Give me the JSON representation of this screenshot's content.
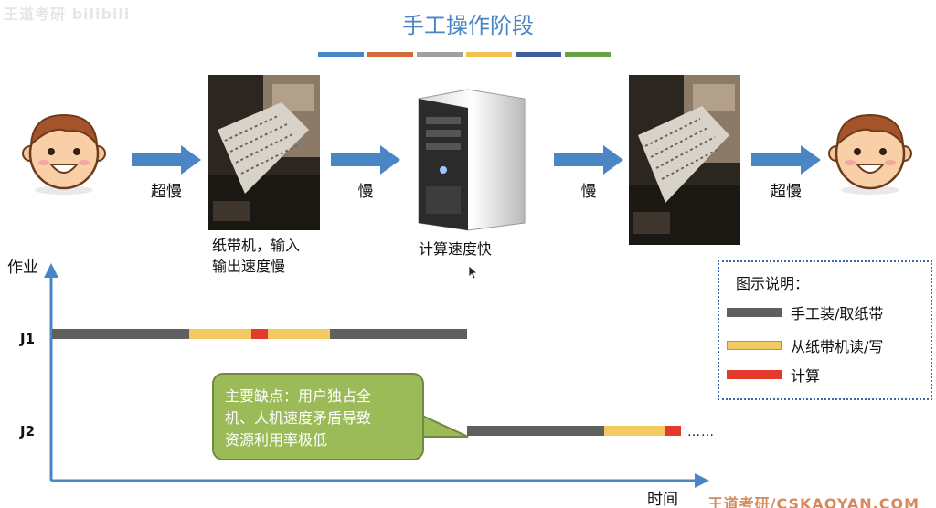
{
  "watermark_top_left": "王道考研 bilibili",
  "title": "手工操作阶段",
  "stripe_colors": [
    "#4a86c5",
    "#d06a3b",
    "#a0a0a0",
    "#f1c152",
    "#3e5f9c",
    "#6aa048"
  ],
  "flow": {
    "arrow_color": "#4a86c5",
    "arrows": [
      "超慢",
      "慢",
      "慢",
      "超慢"
    ],
    "tape_caption_line1": "纸带机，输入",
    "tape_caption_line2": "输出速度慢",
    "computer_caption": "计算速度快"
  },
  "axis": {
    "y_label": "作业",
    "x_label": "时间",
    "color": "#4a86c5"
  },
  "jobs": [
    {
      "label": "J1",
      "segments": [
        {
          "kind": "manual",
          "start": 0,
          "end": 150
        },
        {
          "kind": "tape",
          "start": 150,
          "end": 218
        },
        {
          "kind": "compute",
          "start": 218,
          "end": 236
        },
        {
          "kind": "tape",
          "start": 236,
          "end": 304
        },
        {
          "kind": "manual",
          "start": 304,
          "end": 454
        }
      ]
    },
    {
      "label": "J2",
      "segments": [
        {
          "kind": "manual",
          "start": 454,
          "end": 604
        },
        {
          "kind": "tape",
          "start": 604,
          "end": 670
        },
        {
          "kind": "compute",
          "start": 670,
          "end": 688
        }
      ],
      "continuation": "……"
    }
  ],
  "segment_colors": {
    "manual": "#5f5f5f",
    "tape": "#f3c962",
    "compute": "#e33a2c"
  },
  "callout": {
    "text": "主要缺点：用户独占全机、人机速度矛盾导致资源利用率极低",
    "line1": "主要缺点：用户独占全",
    "line2": "机、人机速度矛盾导致",
    "line3": "资源利用率极低"
  },
  "legend": {
    "title": "图示说明：",
    "items": [
      {
        "kind": "manual",
        "label": "手工装/取纸带"
      },
      {
        "kind": "tape",
        "label": "从纸带机读/写"
      },
      {
        "kind": "compute",
        "label": "计算"
      }
    ]
  },
  "watermark_bottom_right": "王道考研/CSKAOYAN.COM"
}
